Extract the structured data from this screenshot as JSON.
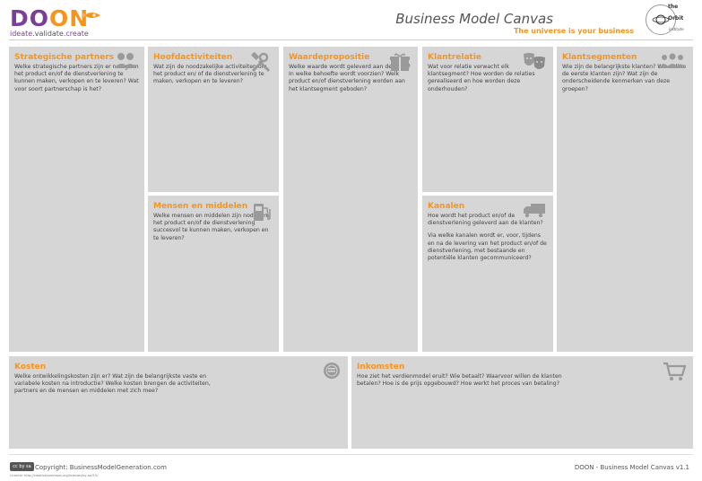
{
  "header": {
    "logo_doon_part1": "DO",
    "logo_doon_part2": "ON",
    "logo_tag1": "ideate",
    "logo_tag2": ".validate.",
    "logo_tag3": "create",
    "title": "Business Model Canvas",
    "subtitle": "The universe is your business",
    "orbit_1": "the",
    "orbit_2": "Orbit",
    "orbit_3": "institute"
  },
  "blocks": {
    "partners": {
      "title": "Strategische partners",
      "text": "Welke strategische partners zijn er nodig om het product en/of de dienstverlening te kunnen maken, verkopen en te leveren? Wat voor soort partnerschap is het?"
    },
    "activities": {
      "title": "Hoofdactiviteiten",
      "text": "Wat zijn de noodzakelijke activiteiten om het product en/ of de dienstverlening te maken, verkopen en te leveren?"
    },
    "resources": {
      "title": "Mensen en middelen",
      "text": "Welke mensen en middelen zijn nodig om het product en/of de dienstverlening succesvol te kunnen maken, verkopen en te leveren?"
    },
    "value": {
      "title": "Waardepropositie",
      "text": "Welke waarde wordt geleverd aan de klant? In welke behoefte wordt voorzien? Welk product en/of dienstverlening worden aan het klantsegment geboden?"
    },
    "relations": {
      "title": "Klantrelatie",
      "text": "Wat voor relatie verwacht elk klantsegment? Hoe worden de relaties gerealiseerd en hoe worden deze onderhouden?"
    },
    "channels": {
      "title": "Kanalen",
      "text1": "Hoe wordt het product en/of de dienstverlening geleverd aan de klanten?",
      "text2": "Via welke kanalen wordt er, voor, tijdens en na de levering van het product en/of de dienstverlening, met bestaande en potentiële klanten gecommuniceerd?"
    },
    "segments": {
      "title": "Klantsegmenten",
      "text": "Wie zijn de belangrijkste klanten? Wie zullen de eerste klanten zijn? Wat zijn de onderscheidende kenmerken van deze groepen?"
    },
    "costs": {
      "title": "Kosten",
      "text": "Welke ontwikkelingskosten zijn er? Wat zijn de belangrijkste vaste en variabele kosten na introductie? Welke kosten brengen de activiteiten, partners en de mensen en middelen met zich mee?"
    },
    "revenue": {
      "title": "Inkomsten",
      "text": "Hoe ziet het verdienmodel eruit? Wie betaalt? Waarvoor willen de klanten betalen? Hoe is de prijs opgebouwd? Hoe werkt het proces van betaling?"
    }
  },
  "footer": {
    "cc": "cc by sa",
    "copyright": "Copyright: BusinessModelGeneration.com",
    "license": "Licentie: http://creativecommons.org/licenses/by-sa/3.0/",
    "right": "DOON - Business Model Canvas v1.1"
  }
}
